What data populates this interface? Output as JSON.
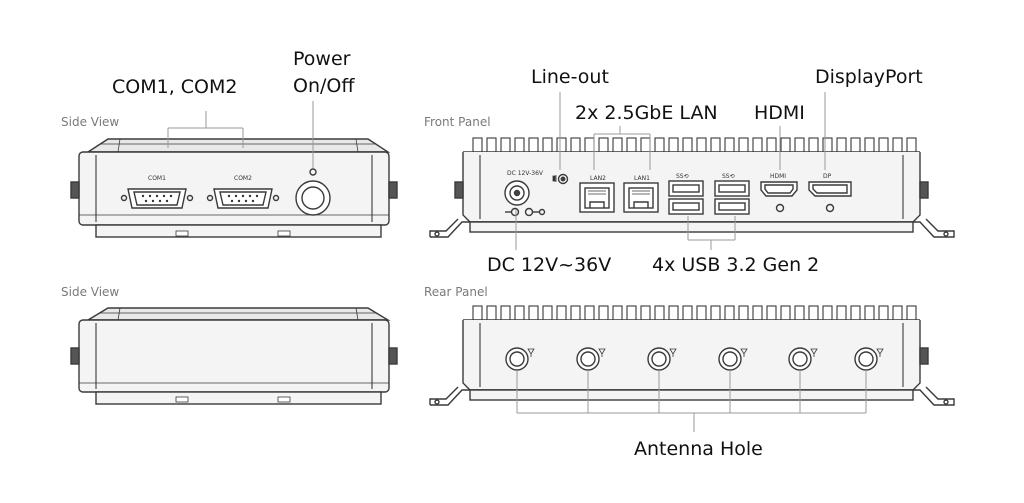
{
  "captions": {
    "side_view_top": "Side View",
    "side_view_bottom": "Side View",
    "front_panel": "Front Panel",
    "rear_panel": "Rear Panel"
  },
  "callouts": {
    "com": "COM1, COM2",
    "power_line1": "Power",
    "power_line2": "On/Off",
    "line_out": "Line-out",
    "lan": "2x 2.5GbE LAN",
    "hdmi": "HDMI",
    "displayport": "DisplayPort",
    "dc": "DC 12V~36V",
    "usb": "4x USB 3.2 Gen 2",
    "antenna": "Antenna Hole"
  },
  "port_labels": {
    "com1": "COM1",
    "com2": "COM2",
    "dc": "DC 12V-36V",
    "lan2": "LAN2",
    "lan1": "LAN1",
    "hdmi": "HDMI",
    "dp": "DP",
    "usb_ss": "SS⟲"
  },
  "colors": {
    "line": "#3a3a3a",
    "fin": "#4a4a4a",
    "body_fill": "#f4f4f4",
    "leader": "#9a9a9a"
  }
}
